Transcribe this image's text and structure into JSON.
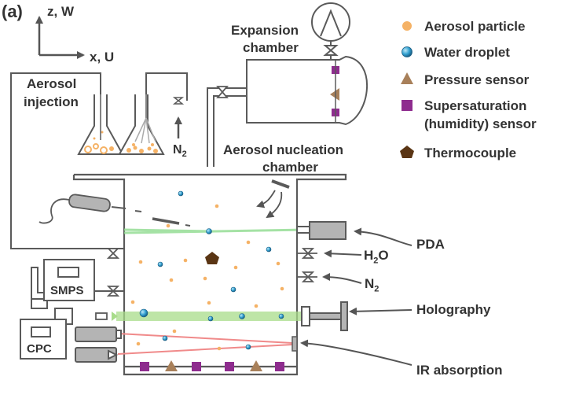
{
  "panel_label": "(a)",
  "axes": {
    "z": "z, W",
    "x": "x, U"
  },
  "labels": {
    "expansion_line1": "Expansion",
    "expansion_line2": "chamber",
    "aerosol_line1": "Aerosol",
    "aerosol_line2": "injection",
    "n2_top": "N",
    "n2_top_sub": "2",
    "nucleation_line1": "Aerosol nucleation",
    "nucleation_line2": "chamber",
    "h2o": "H",
    "h2o_sub": "2",
    "h2o_tail": "O",
    "n2_right": "N",
    "n2_right_sub": "2",
    "pda": "PDA",
    "holography": "Holography",
    "ir": "IR absorption",
    "smps": "SMPS",
    "cpc": "CPC"
  },
  "legend": [
    {
      "label": "Aerosol particle",
      "icon": "orange-dot-icon",
      "color": "#f5b266"
    },
    {
      "label": "Water droplet",
      "icon": "blue-sphere-icon",
      "color": "#2f9fd0"
    },
    {
      "label": "Pressure sensor",
      "icon": "brown-triangle-icon",
      "color": "#a8805a"
    },
    {
      "label": "Supersaturation",
      "label2": "(humidity) sensor",
      "icon": "purple-square-icon",
      "color": "#8e2c8e"
    },
    {
      "label": "Thermocouple",
      "icon": "dark-pentagon-icon",
      "color": "#5a3514"
    }
  ],
  "colors": {
    "line": "#5a5a5a",
    "pda_beam": "#8fdc8f",
    "holography_beam": "#a8dc8a",
    "ir_beam": "#f08a8a",
    "aerosol": "#f5b266",
    "droplet": "#2f9fd0",
    "pressure": "#a8805a",
    "humidity": "#8e2c8e",
    "thermo": "#5a3514"
  }
}
